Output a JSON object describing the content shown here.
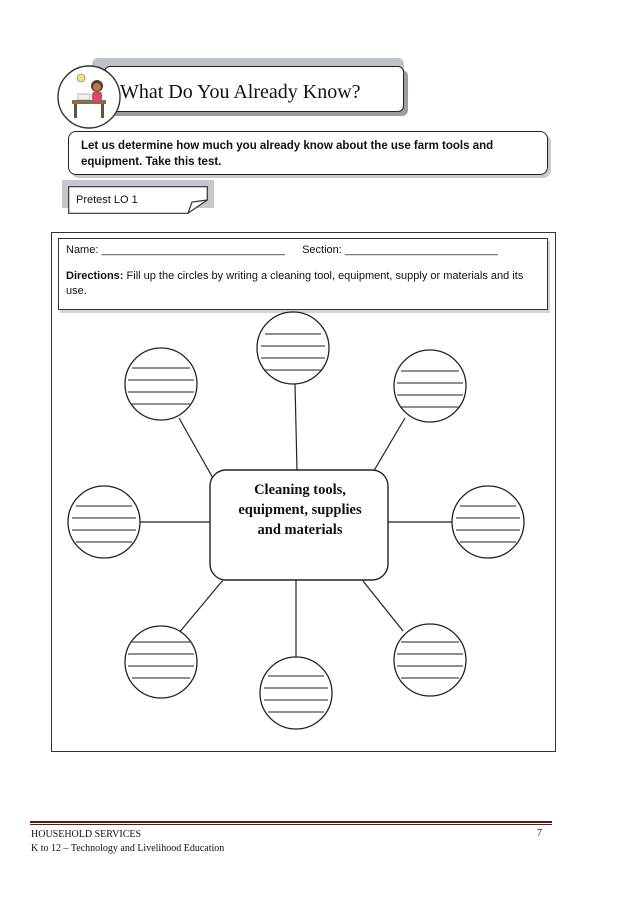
{
  "header": {
    "title": "What Do You Already Know?",
    "mascot_icon": "student-at-desk-icon"
  },
  "intro": {
    "line1": "Let us determine how much you already know about the use farm tools and",
    "line2": "equipment.  Take this test."
  },
  "pretest": {
    "label": "Pretest LO 1"
  },
  "form": {
    "name_label": "Name:",
    "name_blank": "______________________________",
    "section_label": "Section:",
    "section_blank": "_________________________",
    "directions_label": "Directions:",
    "directions_text": " Fill up the circles by writing a cleaning tool, equipment, supply or materials and its use."
  },
  "diagram": {
    "center_line1": "Cleaning tools,",
    "center_line2": "equipment, supplies",
    "center_line3": "and materials"
  },
  "footer": {
    "subject": "HOUSEHOLD SERVICES",
    "program": "K to 12 – Technology and Livelihood Education",
    "page_number": "7"
  }
}
